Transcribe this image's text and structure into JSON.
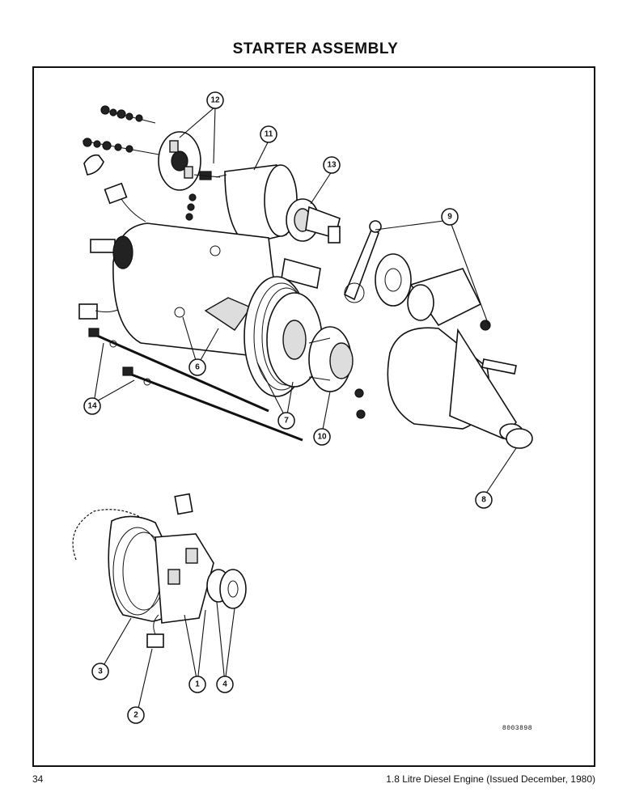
{
  "document": {
    "title": "STARTER ASSEMBLY",
    "figure_code": "8003898",
    "page_number": "34",
    "footer": "1.8 Litre Diesel Engine (Issued December, 1980)"
  },
  "callouts": [
    "12",
    "11",
    "13",
    "9",
    "6",
    "7",
    "10",
    "14",
    "8",
    "3",
    "1",
    "4",
    "2"
  ]
}
